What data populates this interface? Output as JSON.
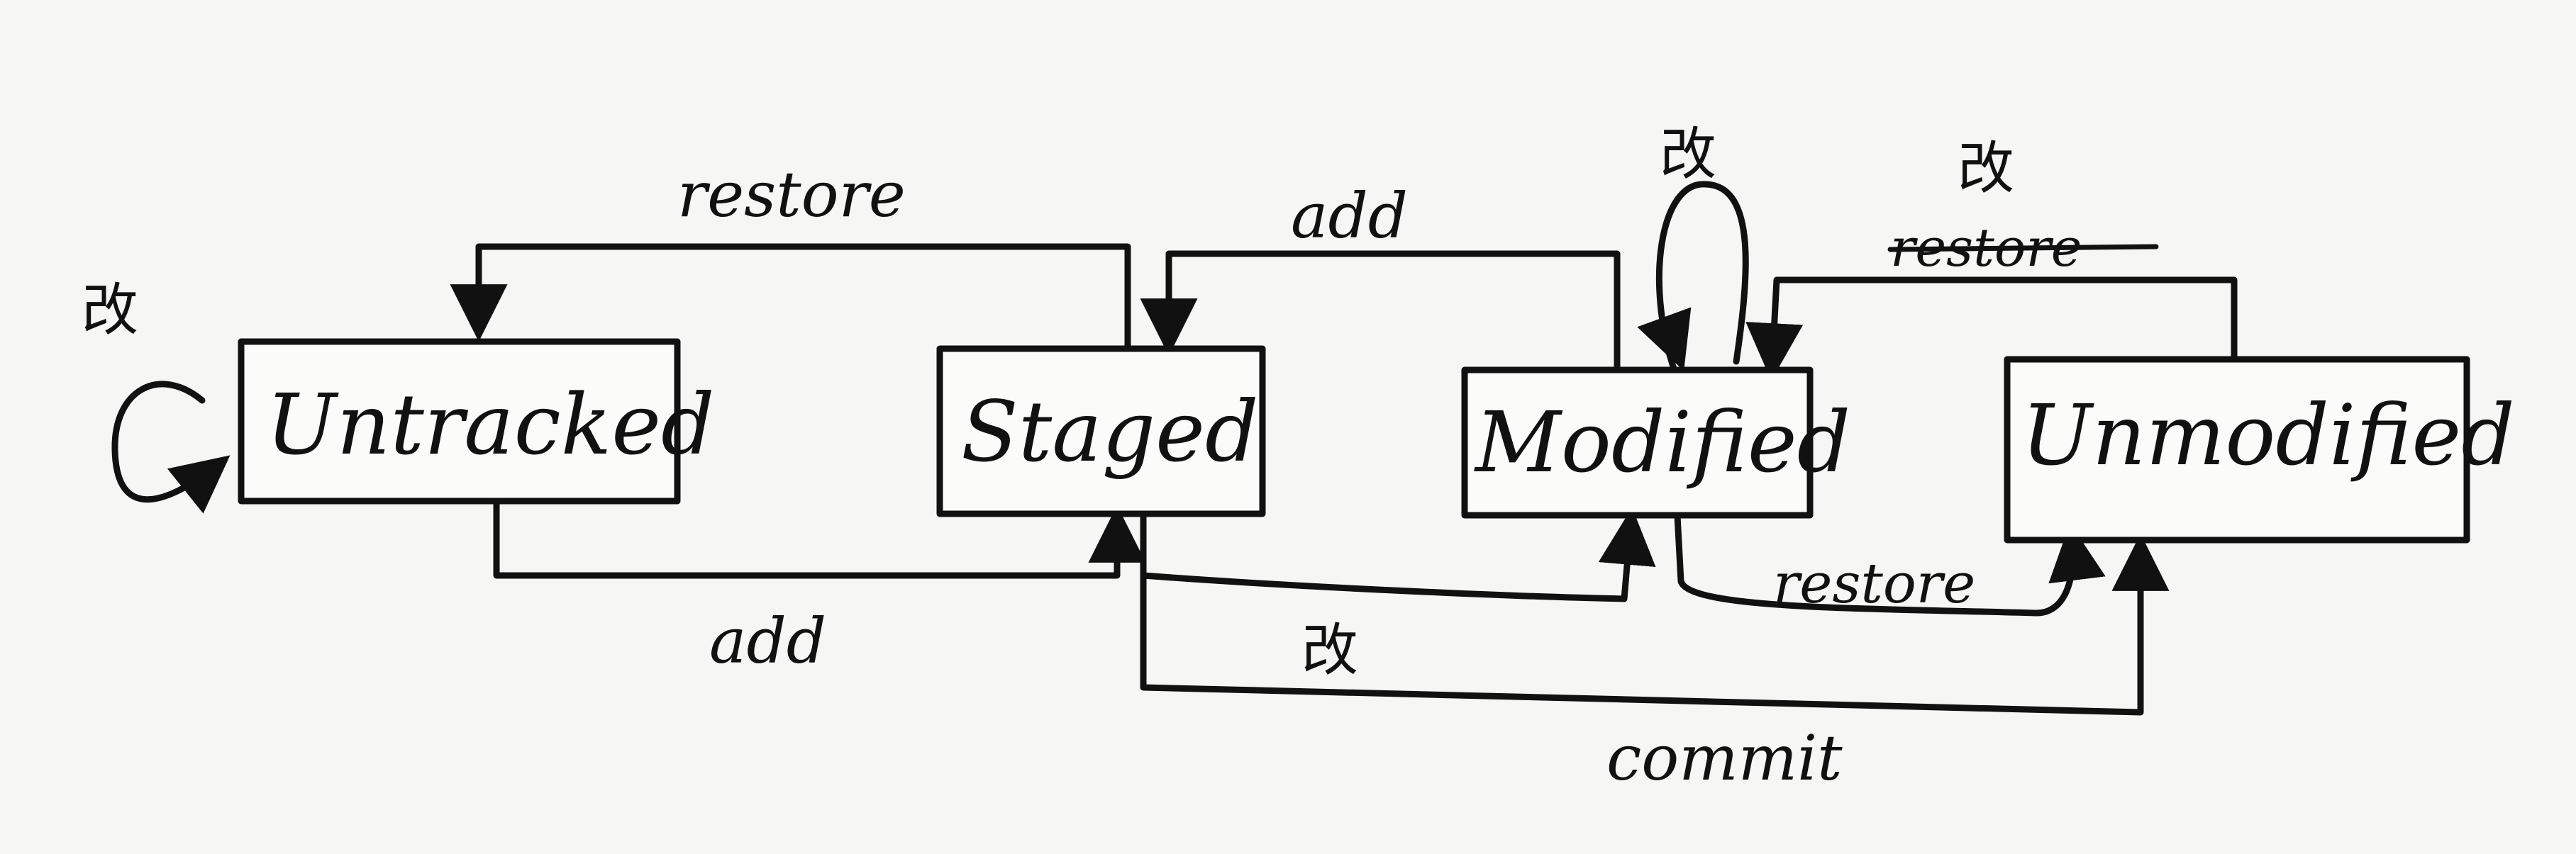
{
  "nodes": {
    "untracked": "Untracked",
    "staged": "Staged",
    "modified": "Modified",
    "unmodified": "Unmodified"
  },
  "edges": {
    "restore_staged_to_untracked": "restore",
    "add_untracked_to_staged": "add",
    "add_modified_to_staged": "add",
    "self_untracked": "改",
    "self_modified": "改",
    "edit_unmodified_to_modified": "改",
    "crossed_label": "restore",
    "edit_staged_to_modified": "改",
    "restore_modified_to_unmodified": "restore",
    "commit_staged_to_unmodified": "commit"
  }
}
